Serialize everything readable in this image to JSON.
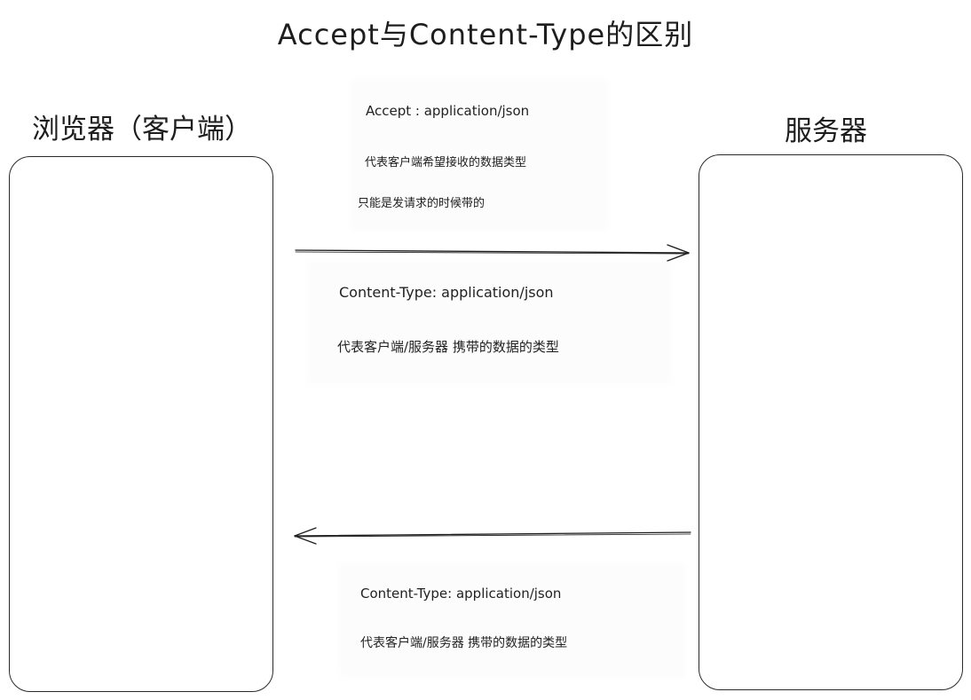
{
  "title": "Accept与Content-Type的区别",
  "client": {
    "label": "浏览器（客户端）"
  },
  "server": {
    "label": "服务器"
  },
  "request_note": {
    "header": "Accept : application/json",
    "line1": "代表客户端希望接收的数据类型",
    "line2": "只能是发请求的时候带的"
  },
  "response_note": {
    "header": "Content-Type: application/json",
    "line1": "代表客户端/服务器 携带的数据的类型"
  },
  "return_note": {
    "header": "Content-Type: application/json",
    "line1": "代表客户端/服务器 携带的数据的类型"
  },
  "arrows": [
    {
      "from": "client",
      "to": "server"
    },
    {
      "from": "server",
      "to": "client"
    }
  ],
  "colors": {
    "stroke": "#1e1e1e",
    "background": "#ffffff"
  }
}
